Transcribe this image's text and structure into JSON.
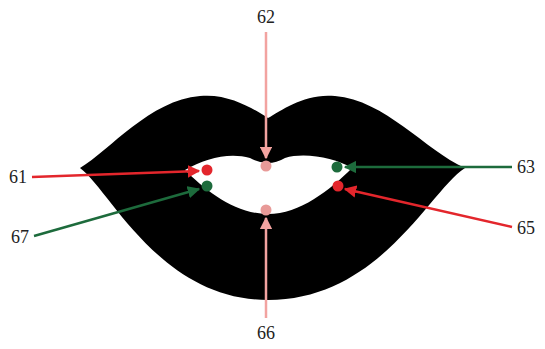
{
  "diagram": {
    "labels": [
      "62",
      "61",
      "63",
      "67",
      "65",
      "66"
    ]
  }
}
